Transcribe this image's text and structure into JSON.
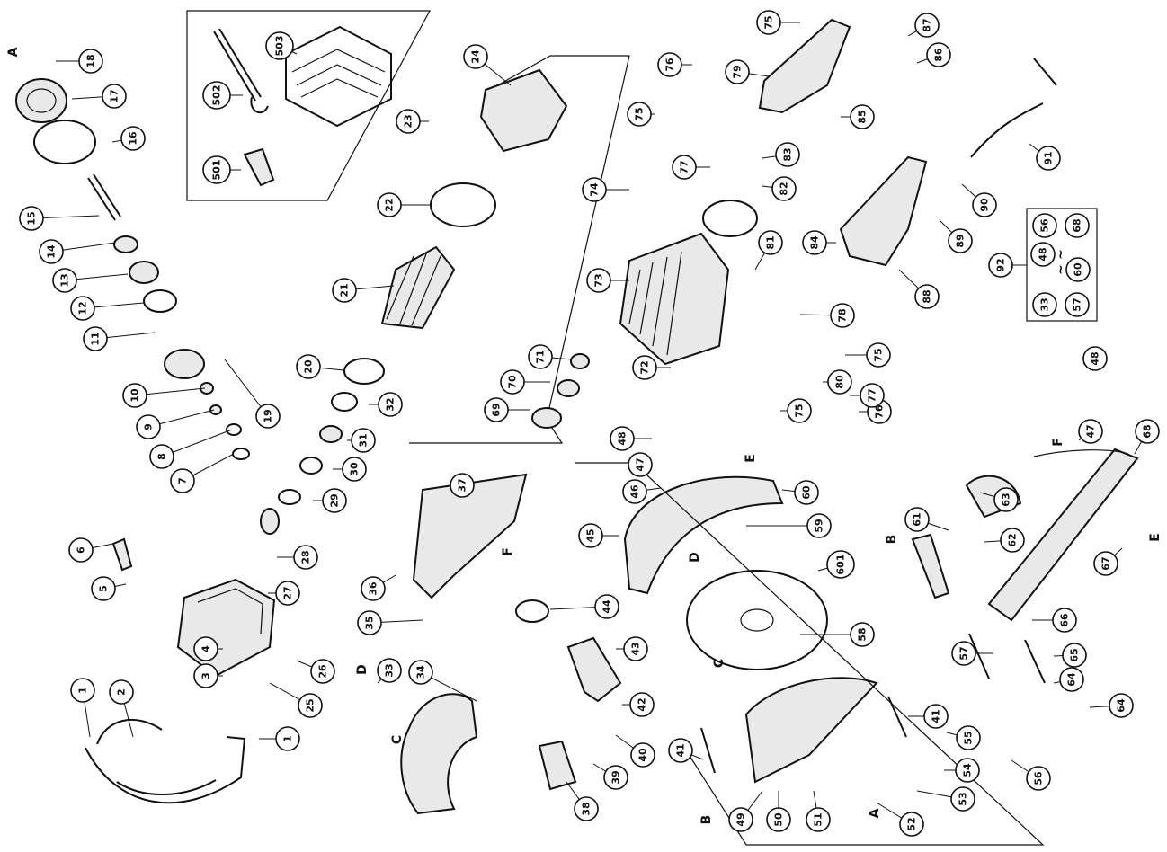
{
  "callouts": [
    "1",
    "1",
    "2",
    "3",
    "4",
    "5",
    "6",
    "7",
    "8",
    "9",
    "10",
    "11",
    "12",
    "13",
    "14",
    "15",
    "16",
    "17",
    "18",
    "19",
    "20",
    "21",
    "22",
    "23",
    "24",
    "25",
    "26",
    "27",
    "28",
    "29",
    "30",
    "31",
    "32",
    "33",
    "34",
    "35",
    "36",
    "37",
    "38",
    "39",
    "40",
    "41",
    "41",
    "42",
    "43",
    "44",
    "45",
    "46",
    "47",
    "47",
    "48",
    "48",
    "49",
    "50",
    "51",
    "52",
    "53",
    "54",
    "55",
    "56",
    "57",
    "58",
    "59",
    "60",
    "601",
    "61",
    "62",
    "63",
    "64",
    "64",
    "65",
    "66",
    "67",
    "68",
    "69",
    "70",
    "71",
    "72",
    "73",
    "74",
    "75",
    "75",
    "75",
    "75",
    "76",
    "76",
    "77",
    "77",
    "78",
    "79",
    "80",
    "81",
    "82",
    "83",
    "84",
    "85",
    "86",
    "87",
    "88",
    "89",
    "90",
    "91",
    "92",
    "501",
    "502",
    "503",
    "56",
    "68",
    "48",
    "60",
    "33",
    "57"
  ],
  "range_symbols": [
    "~",
    "~"
  ],
  "letters": [
    "A",
    "A",
    "B",
    "B",
    "C",
    "C",
    "D",
    "D",
    "E",
    "E",
    "F",
    "F"
  ]
}
